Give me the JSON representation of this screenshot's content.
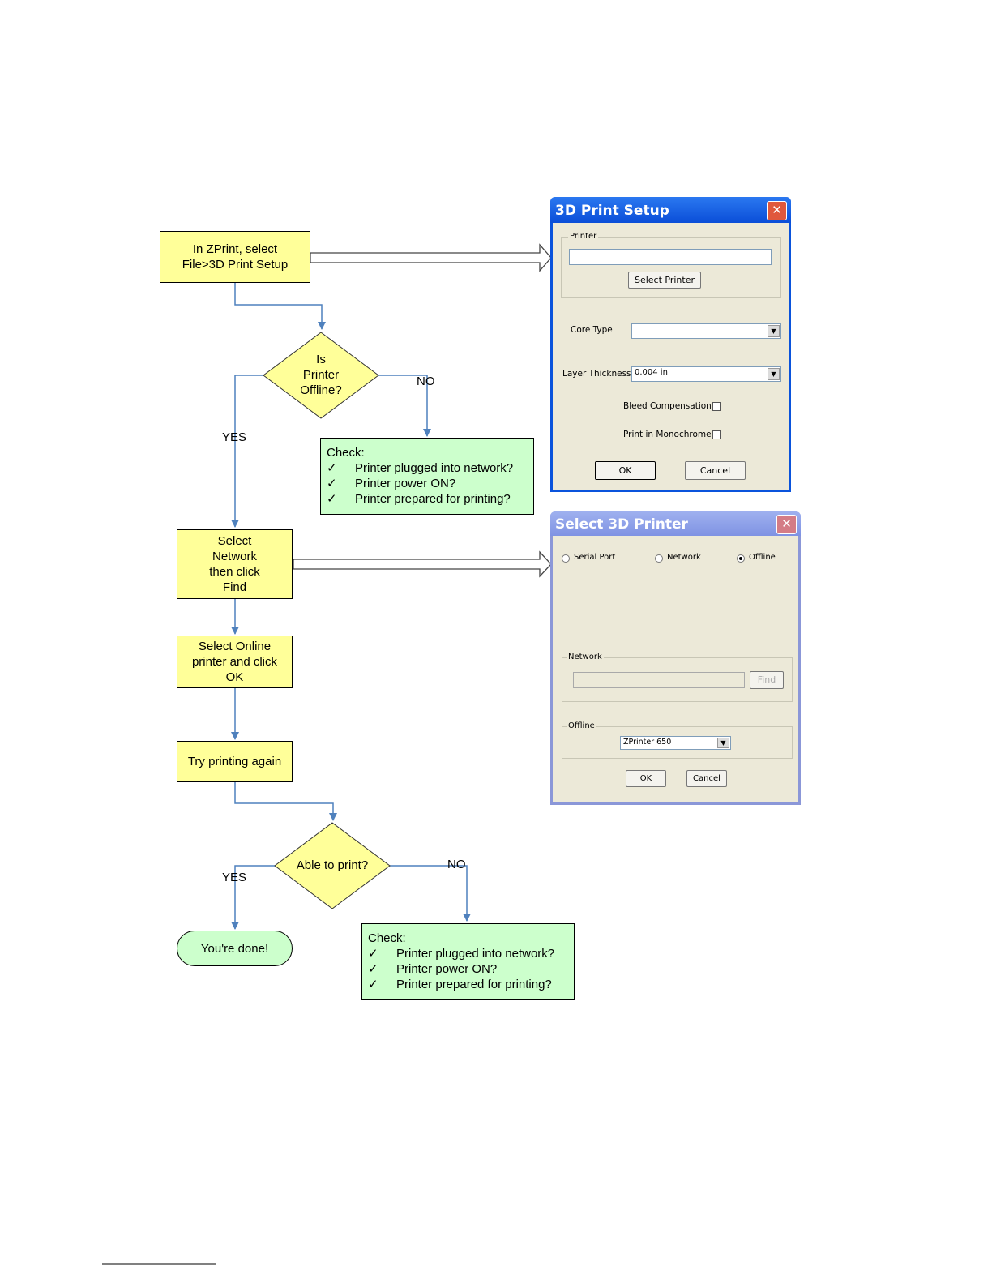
{
  "flow": {
    "step1": "In ZPrint, select\nFile>3D Print Setup",
    "decision1": "Is\nPrinter\nOffline?",
    "yes1": "YES",
    "no1": "NO",
    "check1": {
      "title": "Check:",
      "mark": "✓",
      "items": [
        "Printer plugged into network?",
        "Printer power ON?",
        "Printer prepared for printing?"
      ]
    },
    "step2": "Select\nNetwork\nthen click\nFind",
    "step3": "Select Online\nprinter and click\nOK",
    "step4": "Try printing again",
    "decision2": "Able to print?",
    "yes2": "YES",
    "no2": "NO",
    "done": "You're done!",
    "check2": {
      "title": "Check:",
      "mark": "✓",
      "items": [
        "Printer plugged into network?",
        "Printer power ON?",
        "Printer prepared for printing?"
      ]
    }
  },
  "setup_dialog": {
    "title": "3D Print Setup",
    "close": "✕",
    "printer_group": "Printer",
    "select_printer": "Select Printer",
    "core_type_label": "Core Type",
    "layer_thickness_label": "Layer Thickness",
    "layer_thickness_value": "0.004 in",
    "bleed_label": "Bleed Compensation",
    "mono_label": "Print in Monochrome",
    "ok": "OK",
    "cancel": "Cancel"
  },
  "select_dialog": {
    "title": "Select 3D Printer",
    "close": "✕",
    "radio_serial": "Serial Port",
    "radio_network": "Network",
    "radio_offline": "Offline",
    "network_group": "Network",
    "find": "Find",
    "offline_group": "Offline",
    "offline_value": "ZPrinter 650",
    "ok": "OK",
    "cancel": "Cancel"
  },
  "colors": {
    "process_fill": "#ffff99",
    "check_fill": "#ccffcc",
    "connector": "#4f81bd",
    "titlebar": "#0a53dc"
  }
}
